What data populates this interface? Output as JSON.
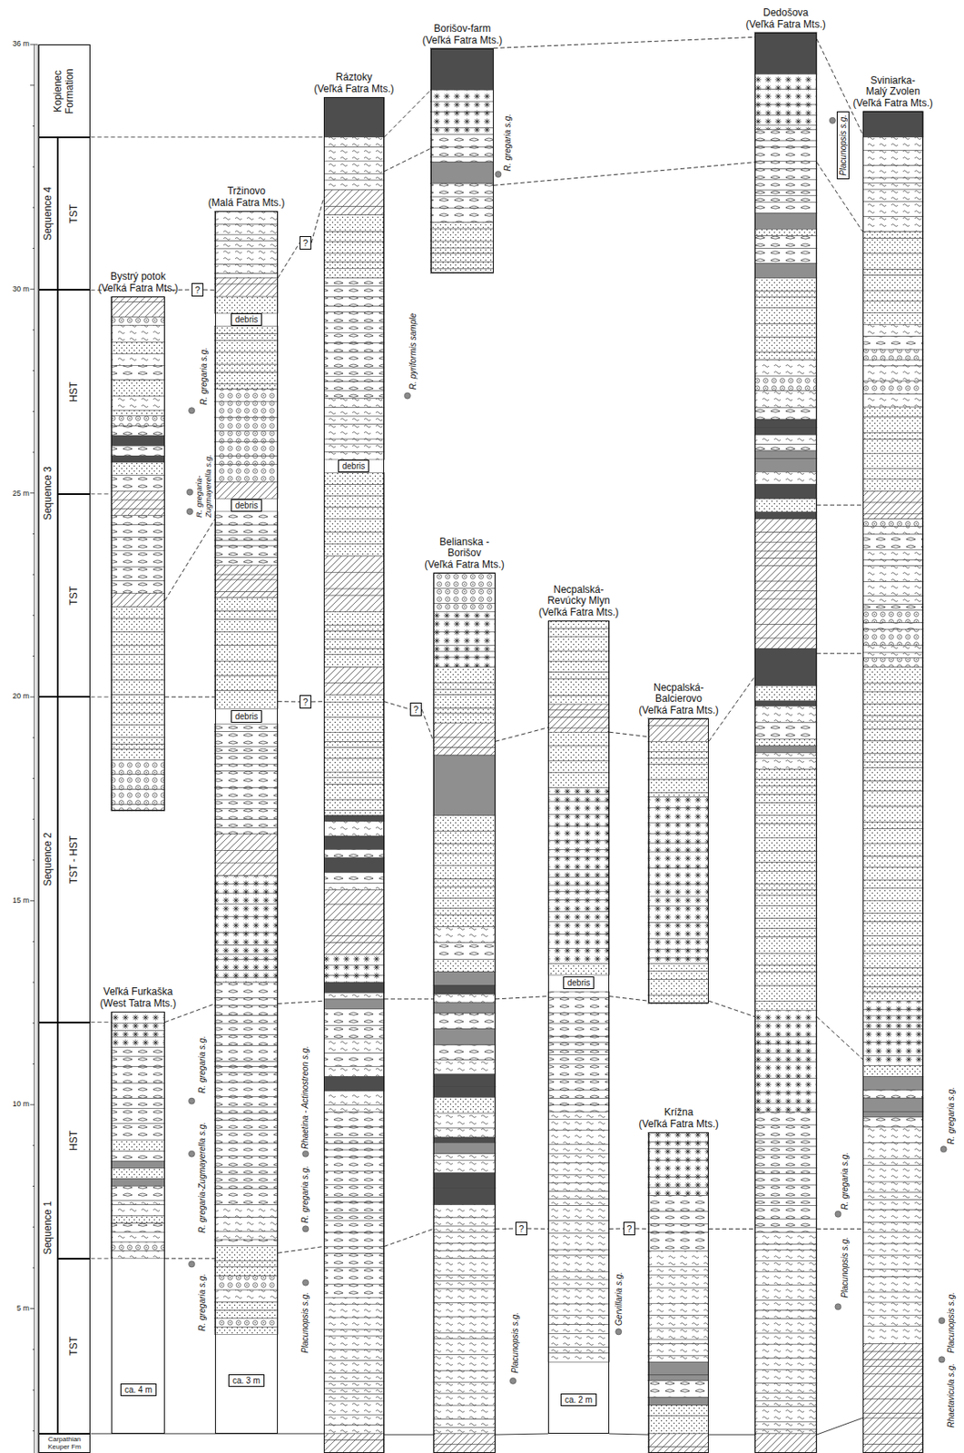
{
  "diagram": {
    "nodes": [
      {
        "text": [
          "Kopienec Formation"
        ]
      },
      {
        "text": [
          "Sequence 4"
        ]
      },
      {
        "text": [
          "TST"
        ]
      },
      {
        "text": [
          "Sequence 3"
        ]
      },
      {
        "text": [
          "HST"
        ]
      },
      {
        "text": [
          "TST"
        ]
      },
      {
        "text": [
          "Sequence 2"
        ]
      },
      {
        "text": [
          "TST - HST"
        ]
      },
      {
        "text": [
          "Sequence 1"
        ]
      },
      {
        "text": [
          "HST"
        ]
      },
      {
        "text": [
          "TST"
        ]
      },
      {
        "text": [
          "Carpathian Keuper Fm"
        ]
      },
      {
        "text": [
          "Bystrý potok",
          "(Veľká Fatra Mts.)"
        ]
      },
      {
        "text": [
          "Veľká Furkaška",
          "(West Tatra Mts.)"
        ]
      },
      {
        "text": [
          "Tržinovo",
          "(Malá Fatra Mts.)"
        ]
      },
      {
        "text": [
          "Ráztoky",
          "(Veľká Fatra Mts.)"
        ]
      },
      {
        "text": [
          "Borišov-farm",
          "(Veľká Fatra Mts.)"
        ]
      },
      {
        "text": [
          "Belianska - Borišov",
          "(Veľká Fatra Mts.)"
        ]
      },
      {
        "text": [
          "Necpalská- Revúcky Mlyn",
          "(Veľká Fatra Mts.)"
        ]
      },
      {
        "text": [
          "Necpalská- Balcierovo",
          "(Veľká Fatra Mts.)"
        ]
      },
      {
        "text": [
          "Krížna",
          "(Veľká Fatra Mts.)"
        ]
      },
      {
        "text": [
          "Dedošova",
          "(Veľká Fatra Mts.)"
        ]
      },
      {
        "text": [
          "Sviniarka- Malý Zvolen",
          "(Veľká Fatra Mts.)"
        ]
      },
      {
        "text": [
          "ca. 4 m"
        ],
        "in": 13
      },
      {
        "text": [
          "debris"
        ],
        "in": 14
      },
      {
        "text": [
          "debris"
        ],
        "in": 14
      },
      {
        "text": [
          "debris"
        ],
        "in": 14
      },
      {
        "text": [
          "ca. 3 m"
        ],
        "in": 14
      },
      {
        "text": [
          "debris"
        ],
        "in": 15
      },
      {
        "text": [
          "debris"
        ],
        "in": 18
      },
      {
        "text": [
          "ca. 2 m"
        ],
        "in": 18
      },
      {
        "text": [
          "?"
        ]
      },
      {
        "text": [
          "?"
        ]
      },
      {
        "text": [
          "?"
        ]
      },
      {
        "text": [
          "?"
        ]
      },
      {
        "text": [
          "?"
        ]
      },
      {
        "text": [
          "?"
        ]
      },
      {
        "text": [
          "Placunopsis s.g."
        ]
      }
    ],
    "edges": [
      {
        "from": 15,
        "to": 16,
        "arrow": "none"
      },
      {
        "from": 16,
        "to": 21,
        "arrow": "none"
      },
      {
        "from": 21,
        "to": 22,
        "arrow": "none"
      },
      {
        "from": 15,
        "to": 16,
        "arrow": "none"
      },
      {
        "from": 16,
        "to": 21,
        "arrow": "none"
      },
      {
        "from": 21,
        "to": 22,
        "arrow": "none"
      },
      {
        "from": 12,
        "to": 31,
        "arrow": "none"
      },
      {
        "from": 31,
        "to": 14,
        "arrow": "none"
      },
      {
        "from": 14,
        "to": 32,
        "arrow": "none"
      },
      {
        "from": 32,
        "to": 15,
        "arrow": "none"
      },
      {
        "from": 12,
        "to": 14,
        "arrow": "none"
      },
      {
        "from": 12,
        "to": 14,
        "arrow": "none"
      },
      {
        "from": 14,
        "to": 33,
        "arrow": "none"
      },
      {
        "from": 33,
        "to": 15,
        "arrow": "none"
      },
      {
        "from": 15,
        "to": 34,
        "arrow": "none"
      },
      {
        "from": 34,
        "to": 17,
        "arrow": "none"
      },
      {
        "from": 17,
        "to": 18,
        "arrow": "none"
      },
      {
        "from": 18,
        "to": 19,
        "arrow": "none"
      },
      {
        "from": 19,
        "to": 21,
        "arrow": "none"
      },
      {
        "from": 21,
        "to": 22,
        "arrow": "none"
      },
      {
        "from": 21,
        "to": 22,
        "arrow": "none"
      },
      {
        "from": 13,
        "to": 14,
        "arrow": "none"
      },
      {
        "from": 14,
        "to": 15,
        "arrow": "none"
      },
      {
        "from": 15,
        "to": 17,
        "arrow": "none"
      },
      {
        "from": 17,
        "to": 18,
        "arrow": "none"
      },
      {
        "from": 18,
        "to": 19,
        "arrow": "none"
      },
      {
        "from": 19,
        "to": 21,
        "arrow": "none"
      },
      {
        "from": 21,
        "to": 22,
        "arrow": "none"
      },
      {
        "from": 13,
        "to": 14,
        "arrow": "none"
      },
      {
        "from": 14,
        "to": 15,
        "arrow": "none"
      },
      {
        "from": 15,
        "to": 17,
        "arrow": "none"
      },
      {
        "from": 17,
        "to": 35,
        "arrow": "none"
      },
      {
        "from": 35,
        "to": 18,
        "arrow": "none"
      },
      {
        "from": 18,
        "to": 36,
        "arrow": "none"
      },
      {
        "from": 36,
        "to": 20,
        "arrow": "none"
      },
      {
        "from": 20,
        "to": 21,
        "arrow": "none"
      },
      {
        "from": 21,
        "to": 22,
        "arrow": "none"
      },
      {
        "from": 15,
        "to": 17,
        "arrow": "none"
      },
      {
        "from": 17,
        "to": 18,
        "arrow": "none"
      },
      {
        "from": 18,
        "to": 20,
        "arrow": "none"
      },
      {
        "from": 20,
        "to": 21,
        "arrow": "none"
      },
      {
        "from": 21,
        "to": 22,
        "arrow": "none"
      }
    ],
    "labels": [
      "36 m",
      "30 m",
      "25 m",
      "20 m",
      "15 m",
      "10 m",
      "5 m",
      "R. gregaria s.g.",
      "R. gregaria-Zugmayerella s.g.",
      "R. gregaria s.g.",
      "R. gregaria-Zugmayerella s.g.",
      "R. gregaria s.g.",
      "Placunopsis s.g.",
      "R. gregaria s.g.",
      "Rhaetina - Actinostreon s.g.",
      "R. pyriformis sample",
      "R. gregaria s.g.",
      "Placunopsis s.g.",
      "Gervillaria s.g.",
      "R. gregaria s.g.",
      "Placunopsis s.g.",
      "R. gregaria s.g.",
      "Placunopsis s.g.",
      "Rhaetavicula s.g."
    ]
  }
}
